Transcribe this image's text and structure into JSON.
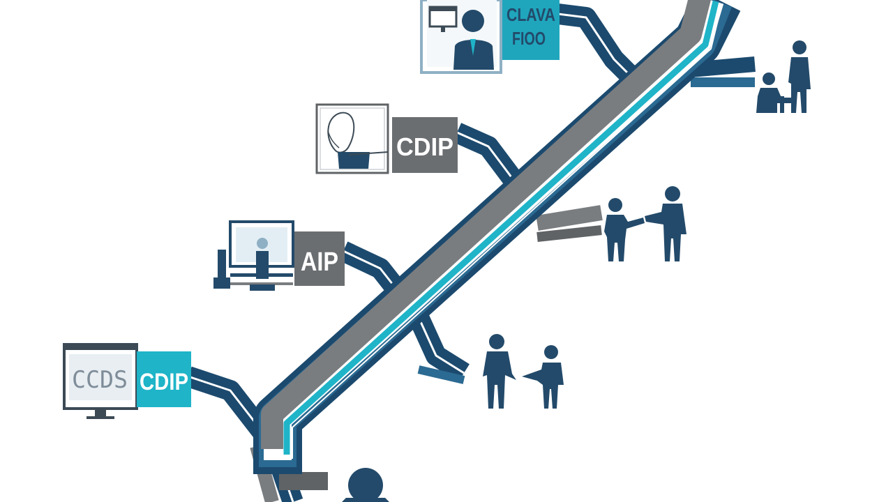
{
  "colors": {
    "navy": "#1c4a6e",
    "blue": "#2b6a92",
    "teal": "#1fb4c8",
    "gray": "#7a7d80",
    "dark_gray": "#5f6366",
    "figure": "#234a6a",
    "background": "#ffffff"
  },
  "steps": [
    {
      "id": "step-1",
      "label": "CDIP",
      "screen_text": "CCDS",
      "label_color": "teal",
      "icon": "desktop-monitor-icon"
    },
    {
      "id": "step-2",
      "label": "AIP",
      "screen_text": "",
      "label_color": "gray",
      "icon": "workstation-icon"
    },
    {
      "id": "step-3",
      "label": "CDIP",
      "screen_text": "",
      "label_color": "gray",
      "icon": "sketch-portrait-icon"
    },
    {
      "id": "step-4",
      "label_line1": "CLAVA",
      "label_line2": "FIOO",
      "screen_text": "",
      "label_color": "teal",
      "icon": "businessman-icon"
    }
  ],
  "people": [
    {
      "id": "pair-handshake-lower",
      "icon": "handshake-people-icon"
    },
    {
      "id": "pair-handshake-middle",
      "icon": "handshake-people-icon"
    },
    {
      "id": "pair-meeting-top",
      "icon": "seated-meeting-people-icon"
    },
    {
      "id": "person-bottom",
      "icon": "person-head-icon"
    }
  ]
}
